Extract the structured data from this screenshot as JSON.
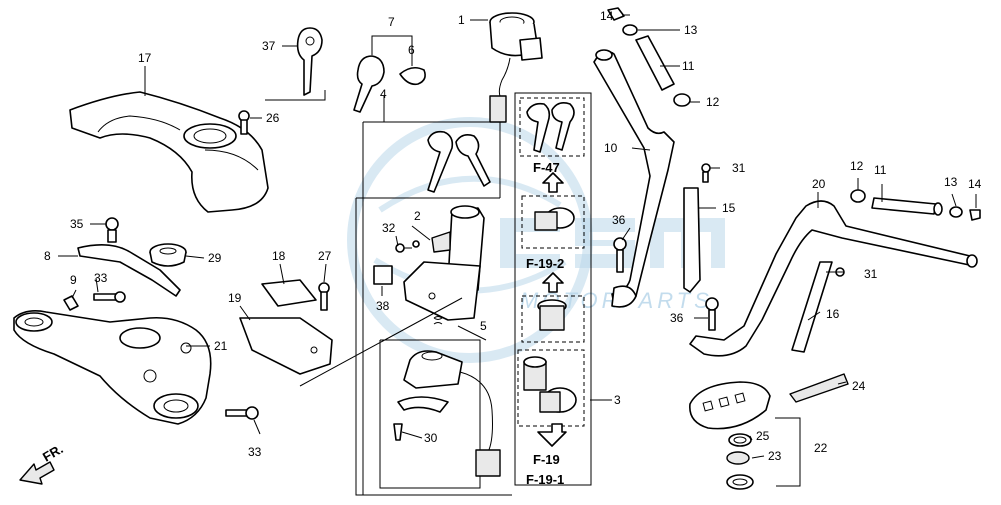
{
  "callouts": {
    "c1": "1",
    "c2": "2",
    "c3": "3",
    "c4": "4",
    "c5": "5",
    "c6": "6",
    "c7": "7",
    "c8": "8",
    "c9": "9",
    "c10": "10",
    "c11a": "11",
    "c11b": "11",
    "c12a": "12",
    "c12b": "12",
    "c13a": "13",
    "c13b": "13",
    "c14a": "14",
    "c14b": "14",
    "c15": "15",
    "c16": "16",
    "c17": "17",
    "c18": "18",
    "c19": "19",
    "c20": "20",
    "c21": "21",
    "c22": "22",
    "c23": "23",
    "c24": "24",
    "c25": "25",
    "c26": "26",
    "c27": "27",
    "c29": "29",
    "c30": "30",
    "c31a": "31",
    "c31b": "31",
    "c32": "32",
    "c33a": "33",
    "c33b": "33",
    "c35": "35",
    "c36a": "36",
    "c36b": "36",
    "c37": "37",
    "c38": "38"
  },
  "references": {
    "f47": "F-47",
    "f192": "F-19-2",
    "f19": "F-19",
    "f191": "F-19-1"
  },
  "front_arrow": "FR.",
  "watermark": {
    "logo": "CMS",
    "text": "MOTORPARTS",
    "color": "#b9d7ea"
  }
}
